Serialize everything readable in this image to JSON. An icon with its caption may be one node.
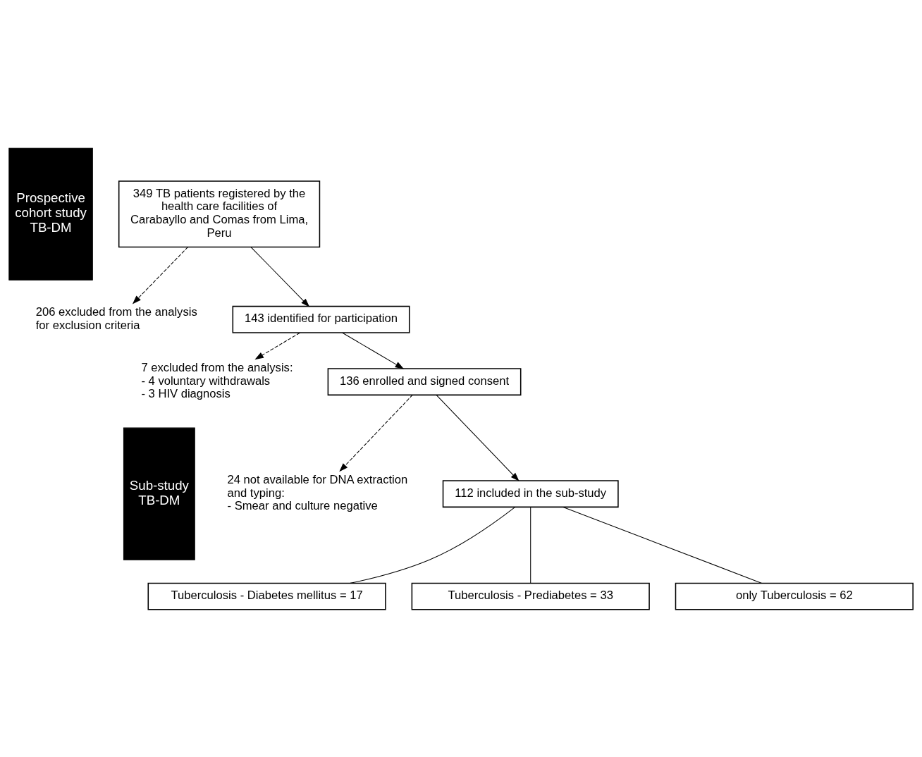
{
  "diagram": {
    "nodes": [
      {
        "text": [
          "Prospective cohort study TB-DM"
        ]
      },
      {
        "text": [
          "Sub-study TB-DM"
        ]
      },
      {
        "text": [
          "349 TB patients registered by the health care facilities of Carabayllo and Comas from Lima, Peru"
        ]
      },
      {
        "text": [
          "206 excluded from the analysis for exclusion criteria"
        ]
      },
      {
        "text": [
          "143 identified for participation"
        ]
      },
      {
        "text": [
          "7 excluded from the analysis:",
          "- 4 voluntary withdrawals",
          "- 3 HIV diagnosis"
        ]
      },
      {
        "text": [
          "136 enrolled and signed consent"
        ]
      },
      {
        "text": [
          "24 not available for DNA extraction and typing:",
          "- Smear and culture negative"
        ]
      },
      {
        "text": [
          "112 included in the sub-study"
        ]
      },
      {
        "text": [
          "Tuberculosis - Diabetes mellitus = 17"
        ]
      },
      {
        "text": [
          "Tuberculosis - Prediabetes = 33"
        ]
      },
      {
        "text": [
          "only Tuberculosis = 62"
        ]
      }
    ],
    "edges": [
      {
        "from": 2,
        "to": 3,
        "arrow": "to",
        "style": "dashed"
      },
      {
        "from": 2,
        "to": 4,
        "arrow": "to"
      },
      {
        "from": 4,
        "to": 5,
        "arrow": "to",
        "style": "dashed"
      },
      {
        "from": 4,
        "to": 6,
        "arrow": "to"
      },
      {
        "from": 6,
        "to": 7,
        "arrow": "to",
        "style": "dashed"
      },
      {
        "from": 6,
        "to": 8,
        "arrow": "to"
      },
      {
        "from": 8,
        "to": 9,
        "arrow": "none"
      },
      {
        "from": 8,
        "to": 10,
        "arrow": "none"
      },
      {
        "from": 8,
        "to": 11,
        "arrow": "none"
      }
    ]
  }
}
